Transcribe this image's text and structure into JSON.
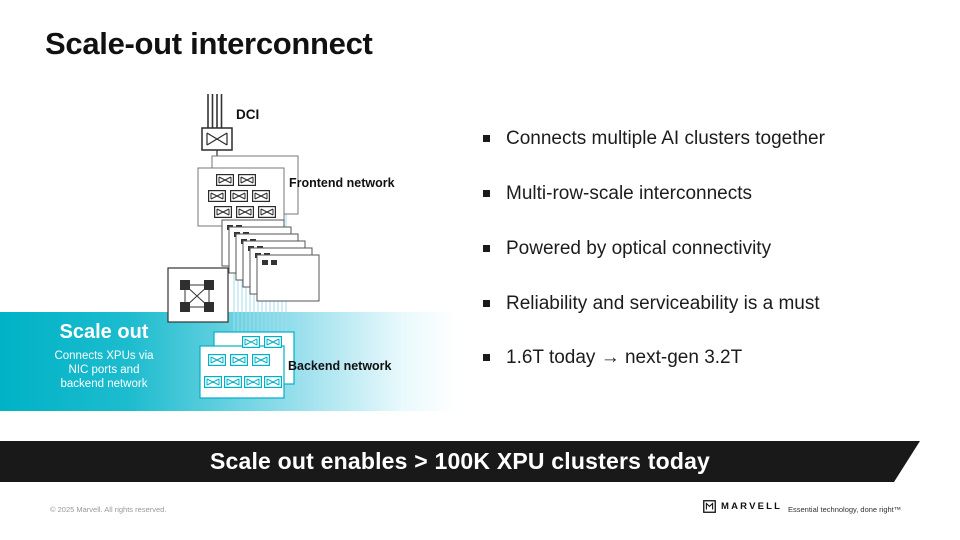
{
  "title": "Scale-out interconnect",
  "diagram": {
    "labels": {
      "dci": "DCI",
      "frontend": "Frontend network",
      "backend": "Backend network"
    },
    "callout": {
      "title": "Scale out",
      "line1": "Connects XPUs via",
      "line2": "NIC ports and",
      "line3": "backend network"
    }
  },
  "bullets": [
    "Connects multiple AI clusters together",
    "Multi-row-scale interconnects",
    "Powered by optical connectivity",
    "Reliability and serviceability is a must",
    "1.6T today → next-gen 3.2T"
  ],
  "banner": {
    "text": "Scale out enables > 100K XPU clusters today"
  },
  "footer": {
    "copyright": "© 2025 Marvell. All rights reserved.",
    "brand": "MARVELL",
    "tagline": "Essential technology, done right™"
  },
  "colors": {
    "accent": "#00B0C8",
    "banner_bg": "#1A1A1A"
  }
}
